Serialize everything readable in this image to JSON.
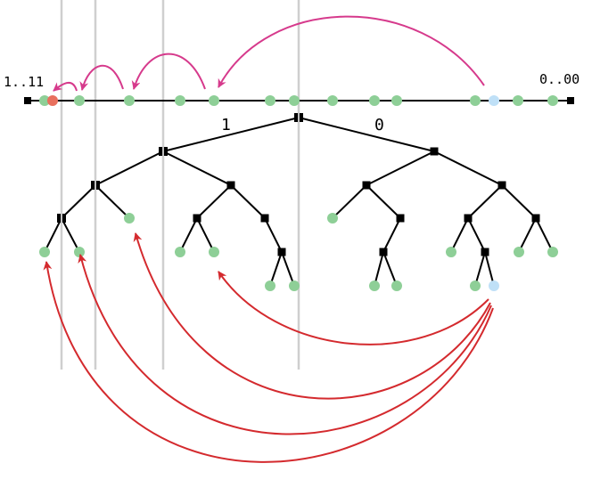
{
  "labels": {
    "left_end": "1..11",
    "right_end": "0..00",
    "left_branch": "1",
    "right_branch": "0"
  },
  "colors": {
    "leaf": "#8ecf97",
    "target_leaf": "#e8705e",
    "query_leaf": "#bfe0f7",
    "pink_arrow": "#d63a8c",
    "red_arrow": "#d42a2e",
    "guide": "#cfcfcf"
  }
}
